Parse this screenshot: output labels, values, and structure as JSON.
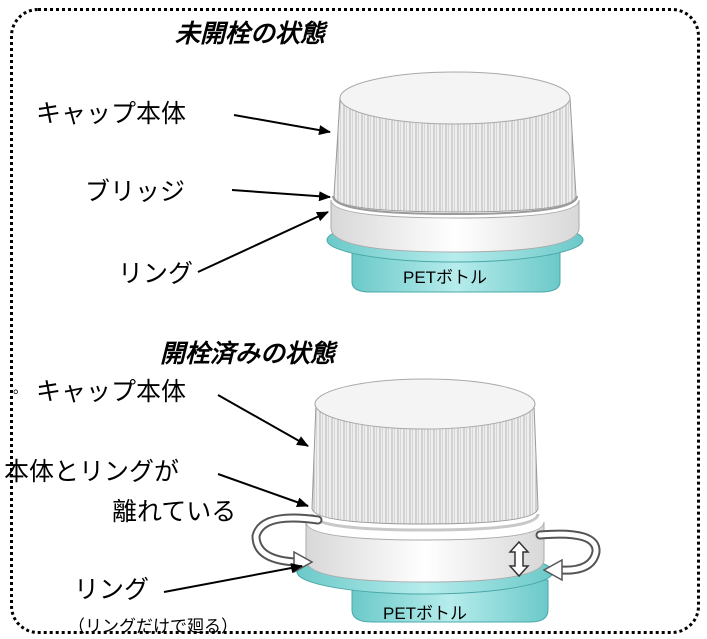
{
  "top": {
    "title": "未開栓の状態",
    "labels": {
      "cap_body": "キャップ本体",
      "bridge": "ブリッジ",
      "ring": "リング"
    },
    "bottle_label": "PETボトル"
  },
  "bottom": {
    "title": "開栓済みの状態",
    "labels": {
      "cap_body": "キャップ本体",
      "separated_line1": "本体とリングが",
      "separated_line2": "離れている",
      "ring": "リング",
      "ring_note": "（リングだけで廻る）"
    },
    "bottle_label": "PETボトル"
  },
  "stray_mark": "。",
  "colors": {
    "cap": "#ececec",
    "ring_band": "#f3f3f3",
    "bottle": "#8fdada",
    "bottle_dark": "#5fc0c0",
    "frame": "#000000"
  }
}
